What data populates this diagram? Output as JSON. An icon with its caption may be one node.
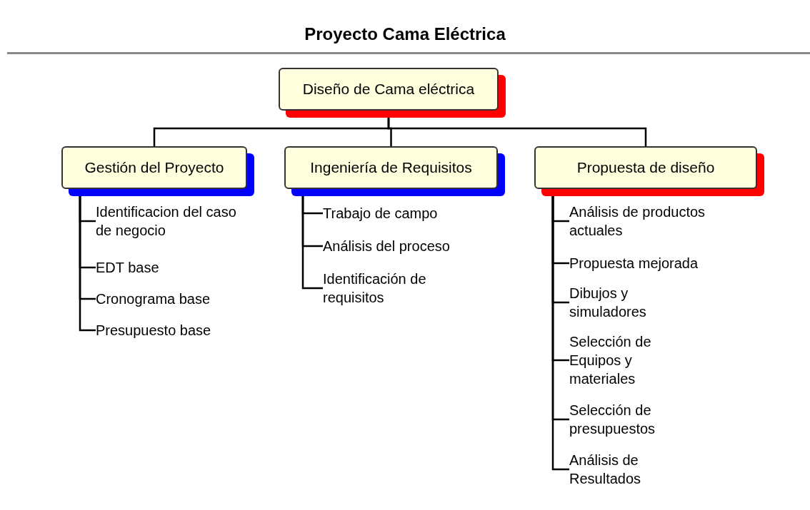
{
  "diagram": {
    "title": "Proyecto Cama Eléctrica",
    "nodes": [
      {
        "text": [
          "Diseño de Cama eléctrica"
        ]
      },
      {
        "text": [
          "Gestión del Proyecto"
        ]
      },
      {
        "text": [
          "Ingeniería de Requisitos"
        ]
      },
      {
        "text": [
          "Propuesta de diseño"
        ]
      },
      {
        "text": [
          "Identificacion del caso de negocio"
        ]
      },
      {
        "text": [
          "EDT base"
        ]
      },
      {
        "text": [
          "Cronograma base"
        ]
      },
      {
        "text": [
          "Presupuesto base"
        ]
      },
      {
        "text": [
          "Trabajo de campo"
        ]
      },
      {
        "text": [
          "Análisis del proceso"
        ]
      },
      {
        "text": [
          "Identificación de requisitos"
        ]
      },
      {
        "text": [
          "Análisis de productos actuales"
        ]
      },
      {
        "text": [
          "Propuesta mejorada"
        ]
      },
      {
        "text": [
          "Dibujos y simuladores"
        ]
      },
      {
        "text": [
          "Selección de Equipos y materiales"
        ]
      },
      {
        "text": [
          "Selección de presupuestos"
        ]
      },
      {
        "text": [
          "Análisis de Resultados"
        ]
      }
    ],
    "edges": [
      {
        "from": 0,
        "to": 1,
        "arrow": "none"
      },
      {
        "from": 0,
        "to": 2,
        "arrow": "none"
      },
      {
        "from": 0,
        "to": 3,
        "arrow": "none"
      },
      {
        "from": 1,
        "to": 4,
        "arrow": "none"
      },
      {
        "from": 1,
        "to": 5,
        "arrow": "none"
      },
      {
        "from": 1,
        "to": 6,
        "arrow": "none"
      },
      {
        "from": 1,
        "to": 7,
        "arrow": "none"
      },
      {
        "from": 2,
        "to": 8,
        "arrow": "none"
      },
      {
        "from": 2,
        "to": 9,
        "arrow": "none"
      },
      {
        "from": 2,
        "to": 10,
        "arrow": "none"
      },
      {
        "from": 3,
        "to": 11,
        "arrow": "none"
      },
      {
        "from": 3,
        "to": 12,
        "arrow": "none"
      },
      {
        "from": 3,
        "to": 13,
        "arrow": "none"
      },
      {
        "from": 3,
        "to": 14,
        "arrow": "none"
      },
      {
        "from": 3,
        "to": 15,
        "arrow": "none"
      },
      {
        "from": 3,
        "to": 16,
        "arrow": "none"
      }
    ]
  }
}
